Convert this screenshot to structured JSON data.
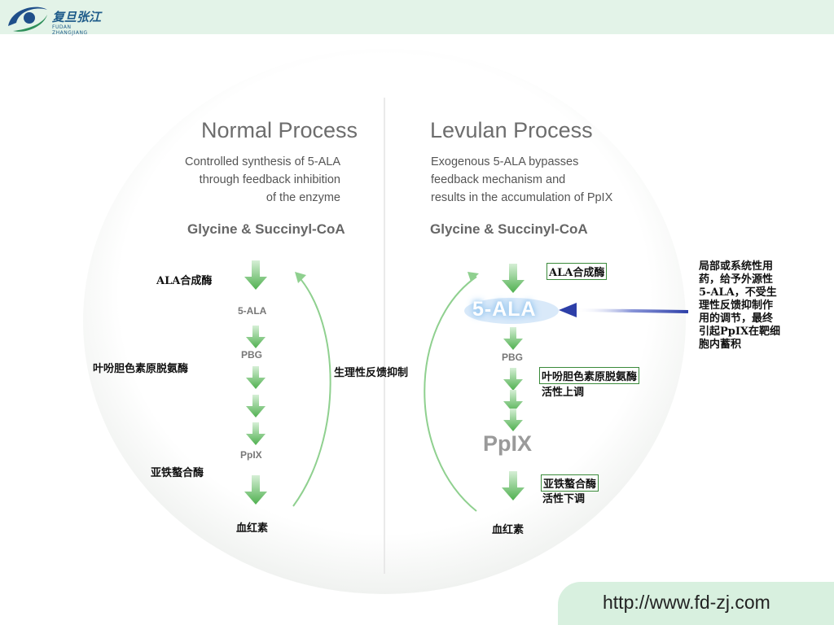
{
  "header": {
    "logo_cn": "复旦张江",
    "logo_en": "FUDAN ZHANGJIANG"
  },
  "footer": {
    "url": "http://www.fd-zj.com"
  },
  "normal": {
    "title": "Normal Process",
    "subtitle": "Controlled synthesis of 5-ALA\nthrough feedback inhibition\nof the enzyme",
    "substrate": "Glycine & Succinyl-CoA",
    "enzyme1": "ALA合成酶",
    "ala": "5-ALA",
    "enzyme2": "叶吩胆色素原脱氨酶",
    "pbg": "PBG",
    "enzyme3": "亚铁螯合酶",
    "ppix": "PpIX",
    "product": "血红素"
  },
  "feedback_label": "生理性反馈抑制",
  "levulan": {
    "title": "Levulan Process",
    "subtitle": "Exogenous 5-ALA bypasses\nfeedback mechanism and\nresults in the accumulation of PpIX",
    "substrate": "Glycine & Succinyl-CoA",
    "enzyme1": "ALA合成酶",
    "ala": "5-ALA",
    "pbg": "PBG",
    "enzyme2": "叶吩胆色素原脱氨酶",
    "enzyme2_note": "活性上调",
    "ppix": "PpIX",
    "enzyme3": "亚铁螯合酶",
    "enzyme3_note": "活性下调",
    "product": "血红素"
  },
  "side_note": "局部或系统性用\n药，给予外源性\n5-ALA，不受生\n理性反馈抑制作\n用的调节，最终\n引起PpIX在靶细\n胞内蓄积",
  "colors": {
    "arrow_green": "#5cb85c",
    "feedback_green": "#8fd08f",
    "exo_arrow_blue": "#2d3fa8",
    "topbar": "#e3f3e8"
  }
}
